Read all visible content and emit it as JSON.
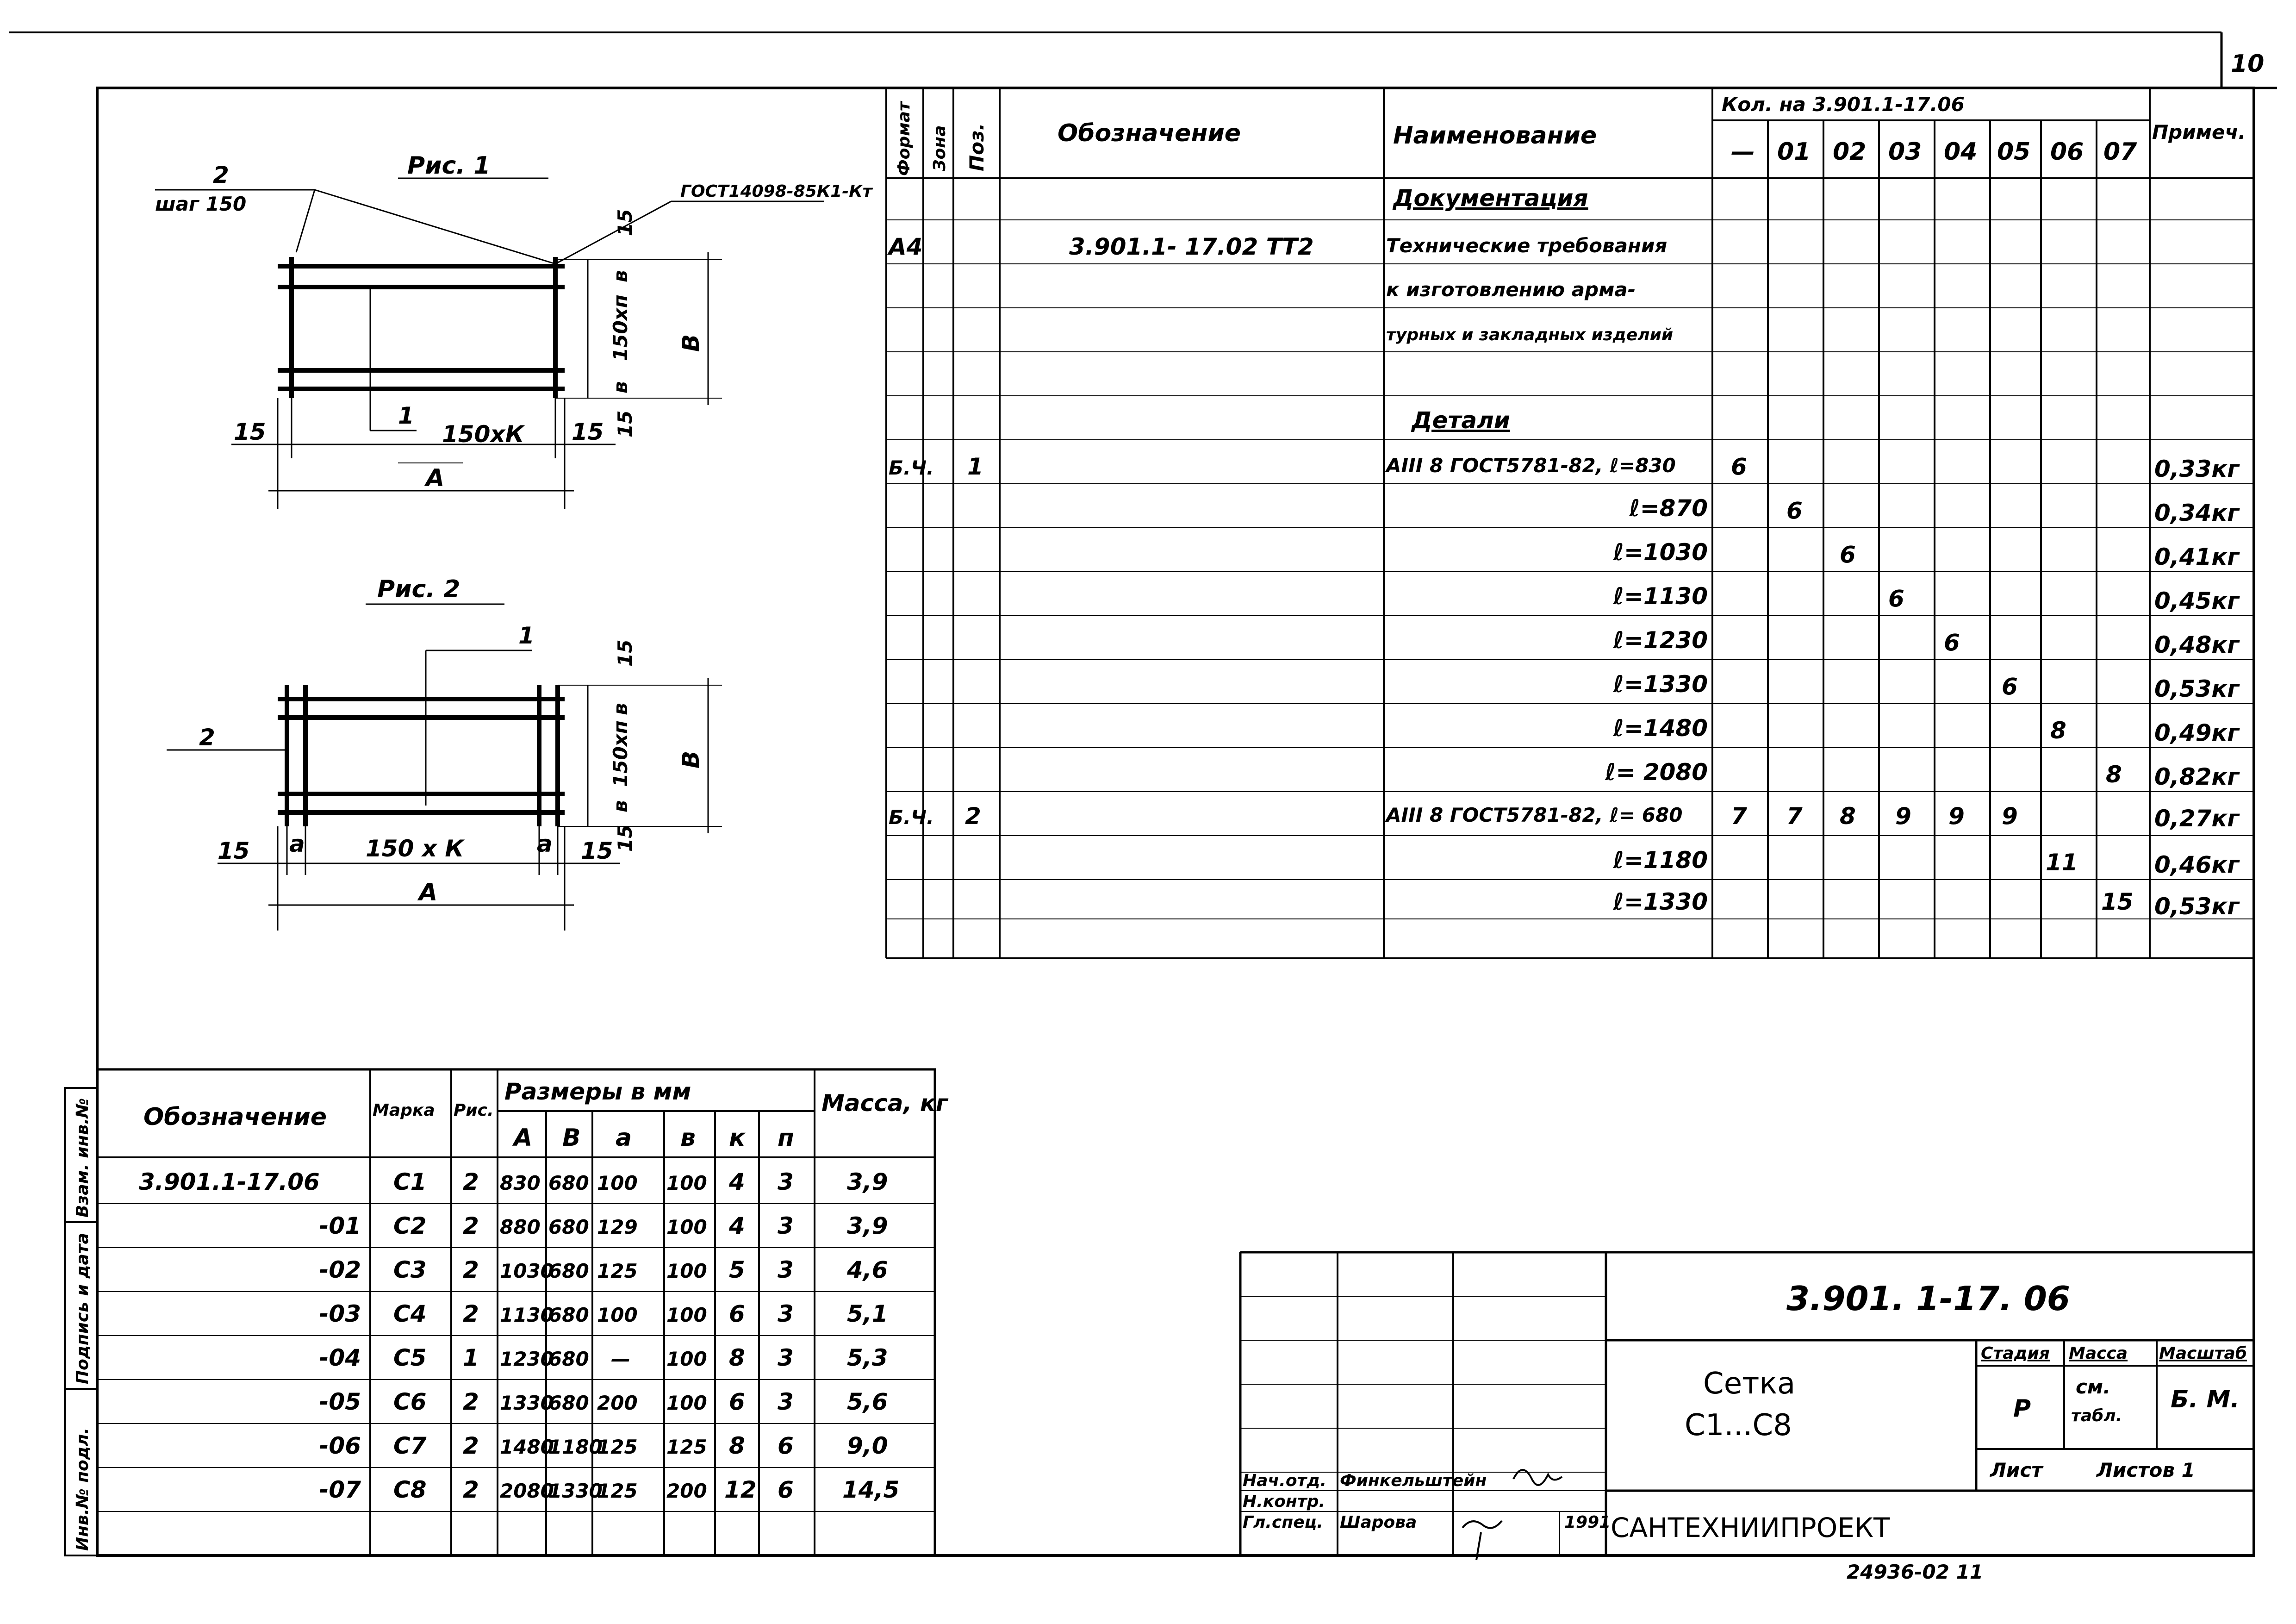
{
  "sheet_number": "10",
  "top_table": {
    "headers": {
      "format": "Формат",
      "zone": "Зона",
      "pos": "Поз.",
      "designation": "Обозначение",
      "name": "Наименование",
      "qty_group": "Кол. на 3.901.1-17.06",
      "note": "Примеч."
    },
    "qty_columns": [
      "—",
      "01",
      "02",
      "03",
      "04",
      "05",
      "06",
      "07"
    ],
    "rows": [
      {
        "format": "",
        "pos": "",
        "designation": "",
        "name": "Документация",
        "qty": [
          "",
          "",
          "",
          "",
          "",
          "",
          "",
          ""
        ],
        "note": ""
      },
      {
        "format": "А4",
        "pos": "",
        "designation": "3.901.1- 17.02 ТТ2",
        "name": "Технические требования",
        "qty": [
          "",
          "",
          "",
          "",
          "",
          "",
          "",
          ""
        ],
        "note": ""
      },
      {
        "format": "",
        "pos": "",
        "designation": "",
        "name": "к изготовлению арма-",
        "qty": [
          "",
          "",
          "",
          "",
          "",
          "",
          "",
          ""
        ],
        "note": ""
      },
      {
        "format": "",
        "pos": "",
        "designation": "",
        "name": "турных и закладных изделий",
        "qty": [
          "",
          "",
          "",
          "",
          "",
          "",
          "",
          ""
        ],
        "note": ""
      },
      {
        "format": "",
        "pos": "",
        "designation": "",
        "name": "",
        "qty": [
          "",
          "",
          "",
          "",
          "",
          "",
          "",
          ""
        ],
        "note": ""
      },
      {
        "format": "",
        "pos": "",
        "designation": "",
        "name": "Детали",
        "qty": [
          "",
          "",
          "",
          "",
          "",
          "",
          "",
          ""
        ],
        "note": ""
      },
      {
        "format": "Б.Ч.",
        "pos": "1",
        "designation": "",
        "name": "АIII 8 ГОСТ5781-82, ℓ=830",
        "qty": [
          "6",
          "",
          "",
          "",
          "",
          "",
          "",
          ""
        ],
        "note": "0,33кг"
      },
      {
        "format": "",
        "pos": "",
        "designation": "",
        "name": "ℓ=870",
        "qty": [
          "",
          "6",
          "",
          "",
          "",
          "",
          "",
          ""
        ],
        "note": "0,34кг"
      },
      {
        "format": "",
        "pos": "",
        "designation": "",
        "name": "ℓ=1030",
        "qty": [
          "",
          "",
          "6",
          "",
          "",
          "",
          "",
          ""
        ],
        "note": "0,41кг"
      },
      {
        "format": "",
        "pos": "",
        "designation": "",
        "name": "ℓ=1130",
        "qty": [
          "",
          "",
          "",
          "6",
          "",
          "",
          "",
          ""
        ],
        "note": "0,45кг"
      },
      {
        "format": "",
        "pos": "",
        "designation": "",
        "name": "ℓ=1230",
        "qty": [
          "",
          "",
          "",
          "",
          "6",
          "",
          "",
          ""
        ],
        "note": "0,48кг"
      },
      {
        "format": "",
        "pos": "",
        "designation": "",
        "name": "ℓ=1330",
        "qty": [
          "",
          "",
          "",
          "",
          "",
          "6",
          "",
          ""
        ],
        "note": "0,53кг"
      },
      {
        "format": "",
        "pos": "",
        "designation": "",
        "name": "ℓ=1480",
        "qty": [
          "",
          "",
          "",
          "",
          "",
          "",
          "8",
          ""
        ],
        "note": "0,49кг"
      },
      {
        "format": "",
        "pos": "",
        "designation": "",
        "name": "ℓ= 2080",
        "qty": [
          "",
          "",
          "",
          "",
          "",
          "",
          "",
          "8"
        ],
        "note": "0,82кг"
      },
      {
        "format": "Б.Ч.",
        "pos": "2",
        "designation": "",
        "name": "АIII 8 ГОСТ5781-82, ℓ= 680",
        "qty": [
          "7",
          "7",
          "8",
          "9",
          "9",
          "9",
          "",
          ""
        ],
        "note": "0,27кг"
      },
      {
        "format": "",
        "pos": "",
        "designation": "",
        "name": "ℓ=1180",
        "qty": [
          "",
          "",
          "",
          "",
          "",
          "",
          "11",
          ""
        ],
        "note": "0,46кг"
      },
      {
        "format": "",
        "pos": "",
        "designation": "",
        "name": "ℓ=1330",
        "qty": [
          "",
          "",
          "",
          "",
          "",
          "",
          "",
          "15"
        ],
        "note": "0,53кг"
      },
      {
        "format": "",
        "pos": "",
        "designation": "",
        "name": "",
        "qty": [
          "",
          "",
          "",
          "",
          "",
          "",
          "",
          ""
        ],
        "note": ""
      }
    ]
  },
  "fig1": {
    "title": "Рис. 1",
    "label_2": "2",
    "label_step": "шаг 150",
    "label_gost": "ГОСТ14098-85К1-Кт",
    "label_15_top": "15",
    "label_b": "в",
    "label_spacing": "150хп",
    "label_b2": "в",
    "label_15_bottom": "15",
    "label_B": "В",
    "label_1": "1",
    "label_15_left": "15",
    "label_150k": "150хК",
    "label_15_right": "15",
    "label_A": "А"
  },
  "fig2": {
    "title": "Рис. 2",
    "label_1": "1",
    "label_2": "2",
    "label_15_top": "15",
    "label_b": "в",
    "label_spacing": "150хп",
    "label_b2": "в",
    "label_15_bottom": "15",
    "label_B": "В",
    "label_15_left": "15",
    "label_a_left": "а",
    "label_150k": "150 х К",
    "label_a_right": "а",
    "label_15_right": "15",
    "label_A": "А"
  },
  "bottom_table": {
    "headers": {
      "designation": "Обозначение",
      "mark": "Марка",
      "fig": "Рис.",
      "sizes": "Размеры в мм",
      "mass": "Масса, кг"
    },
    "size_cols": [
      "А",
      "В",
      "а",
      "в",
      "к",
      "п"
    ],
    "rows": [
      {
        "designation": "3.901.1-17.06",
        "mark": "С1",
        "fig": "2",
        "A": "830",
        "B": "680",
        "a": "100",
        "b": "100",
        "k": "4",
        "n": "3",
        "mass": "3,9"
      },
      {
        "designation": "-01",
        "mark": "С2",
        "fig": "2",
        "A": "880",
        "B": "680",
        "a": "129",
        "b": "100",
        "k": "4",
        "n": "3",
        "mass": "3,9"
      },
      {
        "designation": "-02",
        "mark": "С3",
        "fig": "2",
        "A": "1030",
        "B": "680",
        "a": "125",
        "b": "100",
        "k": "5",
        "n": "3",
        "mass": "4,6"
      },
      {
        "designation": "-03",
        "mark": "С4",
        "fig": "2",
        "A": "1130",
        "B": "680",
        "a": "100",
        "b": "100",
        "k": "6",
        "n": "3",
        "mass": "5,1"
      },
      {
        "designation": "-04",
        "mark": "С5",
        "fig": "1",
        "A": "1230",
        "B": "680",
        "a": "—",
        "b": "100",
        "k": "8",
        "n": "3",
        "mass": "5,3"
      },
      {
        "designation": "-05",
        "mark": "С6",
        "fig": "2",
        "A": "1330",
        "B": "680",
        "a": "200",
        "b": "100",
        "k": "6",
        "n": "3",
        "mass": "5,6"
      },
      {
        "designation": "-06",
        "mark": "С7",
        "fig": "2",
        "A": "1480",
        "B": "1180",
        "a": "125",
        "b": "125",
        "k": "8",
        "n": "6",
        "mass": "9,0"
      },
      {
        "designation": "-07",
        "mark": "С8",
        "fig": "2",
        "A": "2080",
        "B": "1330",
        "a": "125",
        "b": "200",
        "k": "12",
        "n": "6",
        "mass": "14,5"
      }
    ]
  },
  "side_stamp": {
    "inv_orig": "Инв.№ подл.",
    "sign_date": "Подпись и дата",
    "inv_repl": "Взам. инв.№"
  },
  "title_block": {
    "doc_code": "3.901. 1-17. 06",
    "title_line1": "Сетка",
    "title_line2": "С1...С8",
    "stage_label": "Стадия",
    "mass_label": "Масса",
    "scale_label": "Масштаб",
    "stage_value": "Р",
    "mass_value_1": "см.",
    "mass_value_2": "табл.",
    "scale_value": "Б. М.",
    "sheet_label": "Лист",
    "sheets_label": "Листов 1",
    "org": "САНТЕХНИИПРОЕКТ",
    "role1": "Нач.отд.",
    "name1": "Финкельштейн",
    "role2": "Н.контр.",
    "name2": "",
    "role3": "Гл.спец.",
    "name3": "Шарова",
    "year": "1991"
  },
  "footer_number": "24936-02 11"
}
